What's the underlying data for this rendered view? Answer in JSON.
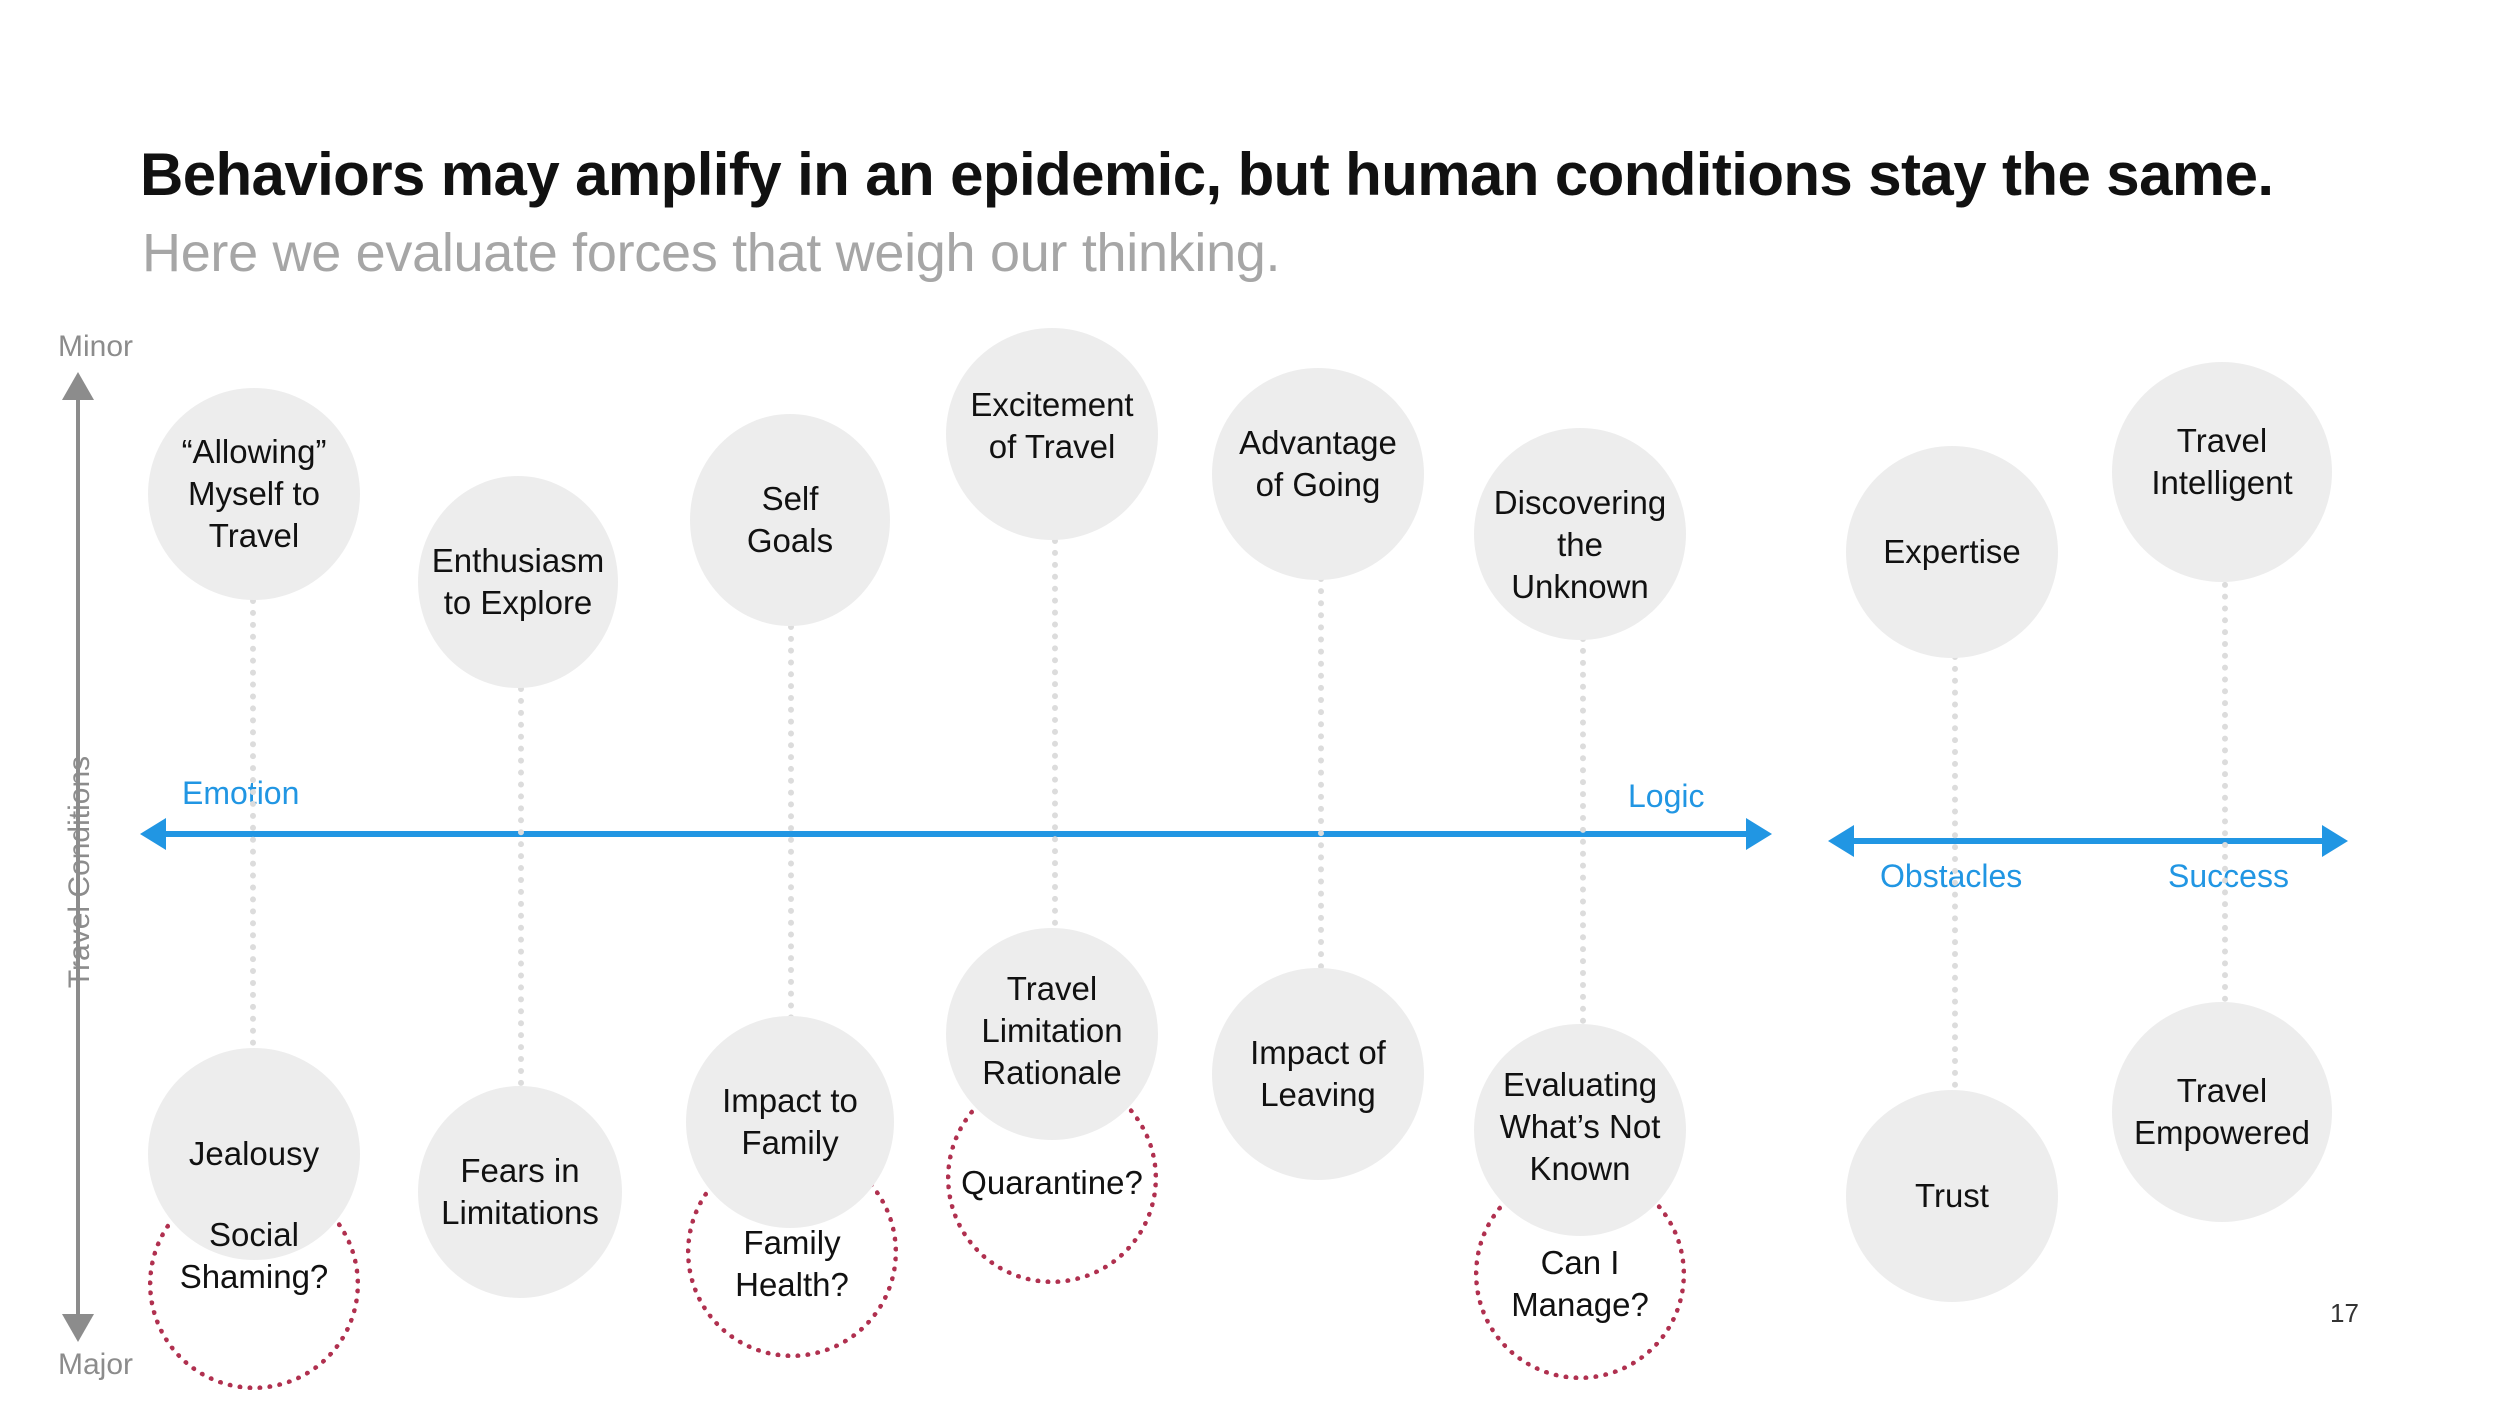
{
  "slide": {
    "title": "Behaviors may amplify in an epidemic, but human conditions stay the same.",
    "subtitle": "Here we evaluate forces that weigh our thinking.",
    "page_number": "17"
  },
  "colors": {
    "accent_blue": "#2196e3",
    "bubble_gray": "#ededed",
    "axis_gray": "#8c8c8c",
    "dotted_red": "#b0304f",
    "subtitle_gray": "#a6a6a6"
  },
  "vertical_axis": {
    "label": "Travel Conditions",
    "top_label": "Minor",
    "bottom_label": "Major"
  },
  "horizontal_axes": [
    {
      "name": "emotion-logic-axis",
      "left_label": "Emotion",
      "right_label": "Logic"
    },
    {
      "name": "obstacles-success-axis",
      "left_label": "Obstacles",
      "right_label": "Success"
    }
  ],
  "chart_data": {
    "type": "scatter",
    "title": "Behaviors may amplify in an epidemic, but human conditions stay the same.",
    "subtitle": "Here we evaluate forces that weigh our thinking.",
    "xlabel": "Emotion — Logic",
    "ylabel": "Travel Conditions (Minor — Major)",
    "axes": [
      {
        "id": "left",
        "x_left": "Emotion",
        "x_right": "Logic"
      },
      {
        "id": "right",
        "x_left": "Obstacles",
        "x_right": "Success"
      }
    ],
    "y_axis": {
      "top": "Minor",
      "bottom": "Major",
      "label": "Travel Conditions"
    },
    "grid": false,
    "legend": "none"
  },
  "bubbles_top": [
    {
      "id": "allowing-myself-to-travel",
      "label": "“Allowing”\nMyself to\nTravel"
    },
    {
      "id": "enthusiasm-to-explore",
      "label": "Enthusiasm\nto Explore"
    },
    {
      "id": "self-goals",
      "label": "Self\nGoals"
    },
    {
      "id": "excitement-of-travel",
      "label": "Excitement\nof Travel"
    },
    {
      "id": "advantage-of-going",
      "label": "Advantage\nof Going"
    },
    {
      "id": "discovering-the-unknown",
      "label": "Discovering\nthe Unknown"
    },
    {
      "id": "expertise",
      "label": "Expertise"
    },
    {
      "id": "travel-intelligent",
      "label": "Travel\nIntelligent"
    }
  ],
  "bubbles_bottom": [
    {
      "id": "jealousy",
      "label": "Jealousy"
    },
    {
      "id": "fears-in-limitations",
      "label": "Fears in\nLimitations"
    },
    {
      "id": "impact-to-family",
      "label": "Impact to\nFamily"
    },
    {
      "id": "travel-limitation-rationale",
      "label": "Travel\nLimitation\nRationale"
    },
    {
      "id": "impact-of-leaving",
      "label": "Impact of\nLeaving"
    },
    {
      "id": "evaluating-whats-not-known",
      "label": "Evaluating\nWhat’s Not\nKnown"
    },
    {
      "id": "trust",
      "label": "Trust"
    },
    {
      "id": "travel-empowered",
      "label": "Travel\nEmpowered"
    }
  ],
  "question_circles": [
    {
      "id": "social-shaming",
      "label": "Social\nShaming?"
    },
    {
      "id": "family-health",
      "label": "Family\nHealth?"
    },
    {
      "id": "quarantine",
      "label": "Quarantine?"
    },
    {
      "id": "can-i-manage",
      "label": "Can I\nManage?"
    }
  ]
}
